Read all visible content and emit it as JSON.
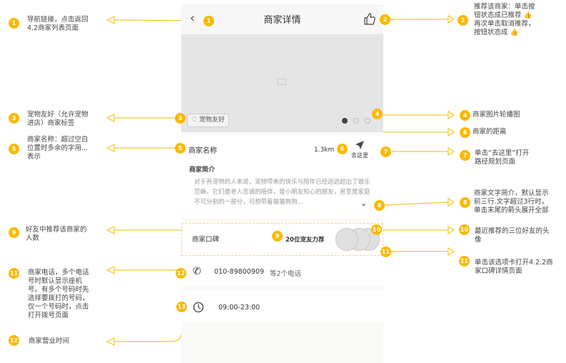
{
  "phone": {
    "nav_title": "商家详情",
    "back_icon": "chevron-left-icon",
    "like_icon": "thumbs-up-icon",
    "pet_tag": "宠物友好",
    "carousel_pages": 3,
    "carousel_active": 1,
    "merchant_name": "商家名称",
    "distance": "1.3km",
    "go_label": "去这里",
    "intro_title": "商家简介",
    "intro_text": "对于养宠物的人来说，宠物带来的快乐与陪伴已经远远超出了娱乐范畴。它们是老人忠诚的陪伴，是小朋友知心的朋友，甚至是家庭不可分割的一部分，可想带着猫猫狗狗...",
    "reputation_label": "商家口碑",
    "recommend_count": "20位宠友力荐",
    "phone_number": "010-89800909",
    "phone_more": "等2个电话",
    "hours": "09:00-23:00"
  },
  "markers": [
    "1",
    "2",
    "3",
    "4",
    "5",
    "6",
    "7",
    "8",
    "9",
    "10",
    "11",
    "12",
    "13"
  ],
  "annotations": {
    "a1": {
      "num": "1",
      "lines": [
        "导航链接，点击返回",
        "4.2商家列表页面"
      ]
    },
    "a2": {
      "num": "2",
      "lines": [
        "推荐该商家：单击按",
        "钮状态成已推荐 👍",
        "再次单击取消推荐，",
        "按钮状态成 👍"
      ]
    },
    "a3": {
      "num": "3",
      "lines": [
        "宠物友好（允许宠物",
        "进店）商家标签"
      ]
    },
    "a4": {
      "num": "4",
      "lines": [
        "商家图片轮播图"
      ]
    },
    "a5": {
      "num": "5",
      "lines": [
        "商家名称：超过空白",
        "位置时多余的字用...",
        "表示"
      ]
    },
    "a6": {
      "num": "6",
      "lines": [
        "商家的距离"
      ]
    },
    "a7": {
      "num": "7",
      "lines": [
        "单击“去这里”打开",
        "路径规划页面"
      ]
    },
    "a8": {
      "num": "8",
      "lines": [
        "商家文字简介，默认显示",
        "前三行.文字超过3行时，",
        "单击末尾的箭头展开全部"
      ]
    },
    "a9": {
      "num": "9",
      "lines": [
        "好友中推荐该商家的",
        "人数"
      ]
    },
    "a10": {
      "num": "10",
      "lines": [
        "最近推荐的三位好友的头",
        "像"
      ]
    },
    "a11r": {
      "num": "11",
      "lines": [
        "单击该选项卡打开4.2.2商",
        "家口碑详情页面"
      ]
    },
    "a11l": {
      "num": "11",
      "lines": [
        "商家电话，多个电话",
        "号时默认显示座机",
        "号。有多个号码时先",
        "选择要拨打的号码，",
        "仅一个号码时，点击",
        "打开拨号页面"
      ]
    },
    "a12": {
      "num": "12",
      "lines": [
        "商家营业时间"
      ]
    }
  },
  "colors": {
    "accent": "#fbb900",
    "line": "#f7c531"
  }
}
